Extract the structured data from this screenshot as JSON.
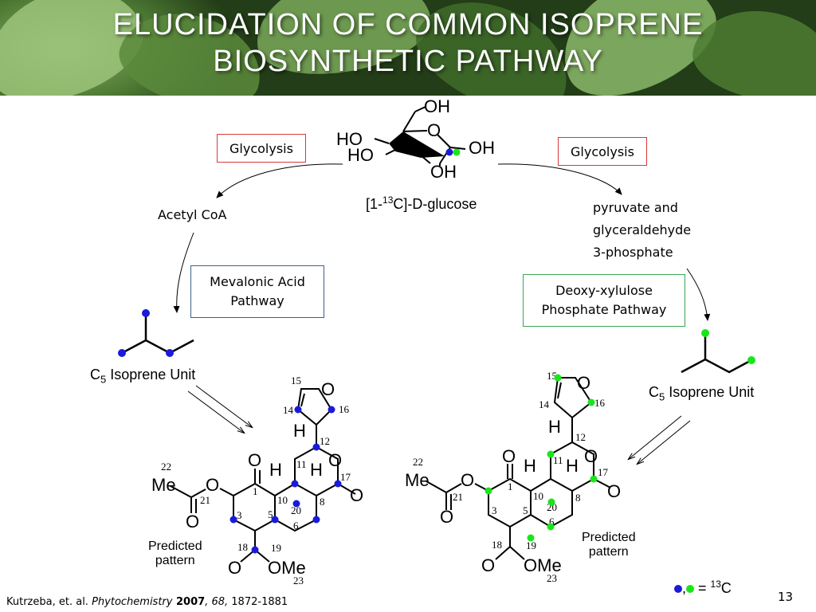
{
  "header": {
    "title_line1": "ELUCIDATION OF COMMON ISOPRENE",
    "title_line2": "BIOSYNTHETIC PATHWAY"
  },
  "glucose": {
    "label_prefix": "[1-",
    "label_sup": "13",
    "label_suffix": "C]-D-glucose"
  },
  "left": {
    "glycolysis": "Glycolysis",
    "product": "Acetyl CoA",
    "pathway_line1": "Mevalonic Acid",
    "pathway_line2": "Pathway",
    "unit_prefix": "C",
    "unit_sub": "5",
    "unit_suffix": " Isoprene Unit",
    "predicted_line1": "Predicted",
    "predicted_line2": "pattern"
  },
  "right": {
    "glycolysis": "Glycolysis",
    "product_line1": "pyruvate and",
    "product_line2": "glyceraldehyde",
    "product_line3": "3-phosphate",
    "pathway_line1": "Deoxy-xylulose",
    "pathway_line2": "Phosphate Pathway",
    "unit_prefix": "C",
    "unit_sub": "5",
    "unit_suffix": " Isoprene Unit",
    "predicted_line1": "Predicted",
    "predicted_line2": "pattern"
  },
  "legend": {
    "separator": ",",
    "equals": " = ",
    "sup": "13",
    "element": "C"
  },
  "footer": {
    "citation_authors": "Kutrzeba, et. al. ",
    "citation_journal": "Phytochemistry",
    "citation_year": " 2007",
    "citation_volume": ", 68,",
    "citation_pages": " 1872-1881",
    "page_number": "13"
  },
  "colors": {
    "blue_label": "#1a1adb",
    "green_label": "#19e619",
    "red_box": "#d63a3a",
    "blue_box": "#3e5f8a",
    "green_box": "#3aa655"
  },
  "atom_labels": {
    "oh": "OH",
    "ho": "HO",
    "o": "O",
    "h": "H",
    "me": "Me",
    "ome": "OMe",
    "n1": "1",
    "n3": "3",
    "n5": "5",
    "n6": "6",
    "n8": "8",
    "n10": "10",
    "n11": "11",
    "n12": "12",
    "n14": "14",
    "n15": "15",
    "n16": "16",
    "n17": "17",
    "n18": "18",
    "n19": "19",
    "n20": "20",
    "n21": "21",
    "n22": "22",
    "n23": "23"
  }
}
